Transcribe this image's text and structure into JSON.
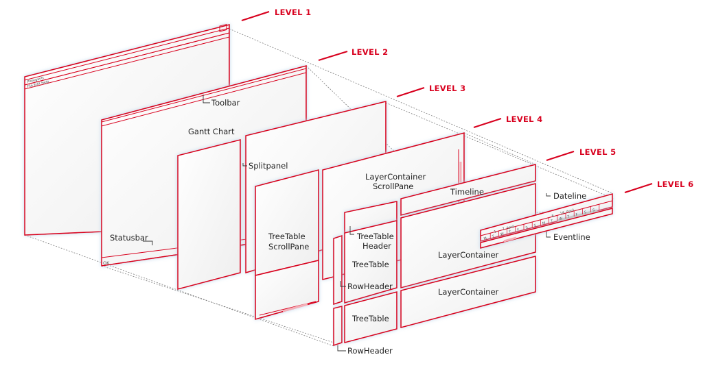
{
  "levels": [
    "LEVEL 1",
    "LEVEL 2",
    "LEVEL 3",
    "LEVEL 4",
    "LEVEL 5",
    "LEVEL 6"
  ],
  "window": {
    "title": "Plexigantt",
    "menu": "File   Edit   Help",
    "status_button": "OK"
  },
  "labels": {
    "toolbar": "Toolbar",
    "gantt_chart": "Gantt Chart",
    "statusbar": "Statusbar",
    "splitpanel": "Splitpanel",
    "treetable_scrollpane_1": "TreeTable",
    "treetable_scrollpane_2": "ScrollPane",
    "layercontainer_scrollpane_1": "LayerContainer",
    "layercontainer_scrollpane_2": "ScrollPane",
    "timeline": "Timeline",
    "treetable_header_1": "TreeTable",
    "treetable_header_2": "Header",
    "treetable_top": "TreeTable",
    "treetable_bottom": "TreeTable",
    "rowheader_mid": "RowHeader",
    "rowheader_bottom": "RowHeader",
    "layercontainer_top": "LayerContainer",
    "layercontainer_bottom": "LayerContainer",
    "dateline": "Dateline",
    "eventline": "Eventline"
  },
  "dateline": {
    "week1": "7. April",
    "week2": "14. April",
    "week1_num": "1",
    "week2_num": "8",
    "days": [
      "M",
      "T",
      "W",
      "T",
      "F",
      "S",
      "S",
      "M",
      "T",
      "W",
      "T",
      "F",
      "S",
      "S"
    ]
  },
  "colors": {
    "accent": "#d8001e",
    "text": "#222222",
    "connector": "#7a7a7a"
  }
}
